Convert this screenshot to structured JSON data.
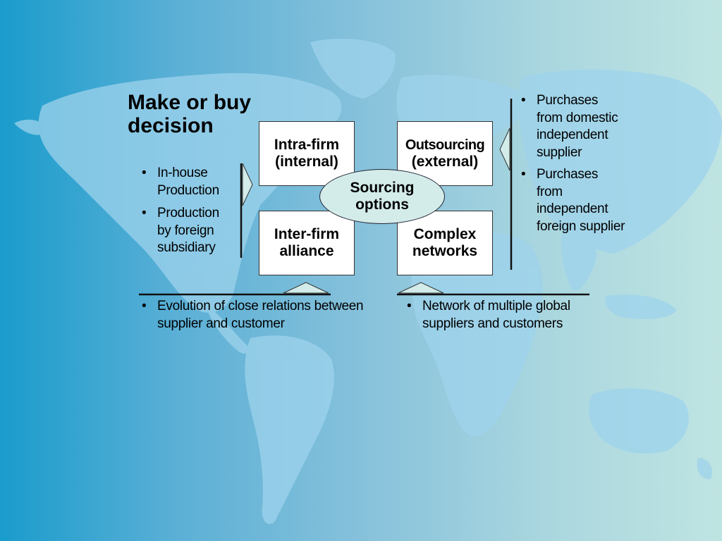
{
  "title": "Make or buy decision",
  "boxes": {
    "intra_firm": [
      "Intra-firm",
      "(internal)"
    ],
    "outsourcing": [
      "Outsourcing",
      "(external)"
    ],
    "inter_firm": [
      "Inter-firm",
      "alliance"
    ],
    "complex": [
      "Complex",
      "networks"
    ]
  },
  "center": [
    "Sourcing",
    "options"
  ],
  "left_bullets": [
    "In-house Production",
    "Production by foreign subsidiary"
  ],
  "right_bullets": [
    "Purchases from domestic independent supplier",
    "Purchases from independent foreign supplier"
  ],
  "bottom_left_bullets": [
    "Evolution of close relations between supplier and customer"
  ],
  "bottom_right_bullets": [
    "Network of multiple global suppliers and customers"
  ],
  "colors": {
    "background_left": "#1a9ccc",
    "background_right": "#bfe4e2",
    "map_land": "#9ed3ec",
    "ellipse_fill": "#d3ecea",
    "arrow_fill": "#d3ecea"
  }
}
